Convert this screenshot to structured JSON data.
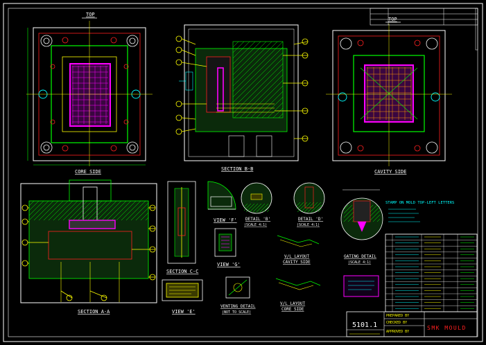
{
  "colors": {
    "background": "#000000",
    "frame": "#ffffff",
    "cyan": "#00ffff",
    "green": "#00ff00",
    "yellow": "#ffff00",
    "red": "#ff2020",
    "magenta": "#ff00ff",
    "orange": "#ff9900"
  },
  "views": {
    "top_left_tag": "TOP",
    "core_side": "CORE SIDE",
    "section_bb": "SECTION B-B",
    "top_right_tag": "TOP",
    "cavity_side": "CAVITY SIDE",
    "section_aa": "SECTION A-A",
    "section_cc": "SECTION C-C",
    "view_e": "VIEW 'E'",
    "view_f": "VIEW 'F'",
    "view_g": "VIEW 'G'",
    "detail_b": "DETAIL 'B'",
    "detail_b_scale": "(SCALE 4:1)",
    "detail_d": "DETAIL 'D'",
    "detail_d_scale": "(SCALE 4:1)",
    "gating_detail": "GATING DETAIL",
    "gating_scale": "(SCALE 4:1)",
    "vh_layout_cavity": "V/L LAYOUT",
    "vh_layout_cavity_sub": "CAVITY SIDE",
    "vh_layout_core": "V/L LAYOUT",
    "vh_layout_core_sub": "CORE SIDE",
    "venting_detail": "VENTING DETAIL",
    "venting_sub": "(NOT TO SCALE)",
    "stamp_note": "STAMP ON MOLD TOP-LEFT LETTERS"
  },
  "title_block": {
    "drawing_no": "5101.1",
    "company": "SMK MOULD",
    "prepared_by": "PREPARED BY",
    "checked_by": "CHECKED BY",
    "approved_by": "APPROVED BY"
  }
}
